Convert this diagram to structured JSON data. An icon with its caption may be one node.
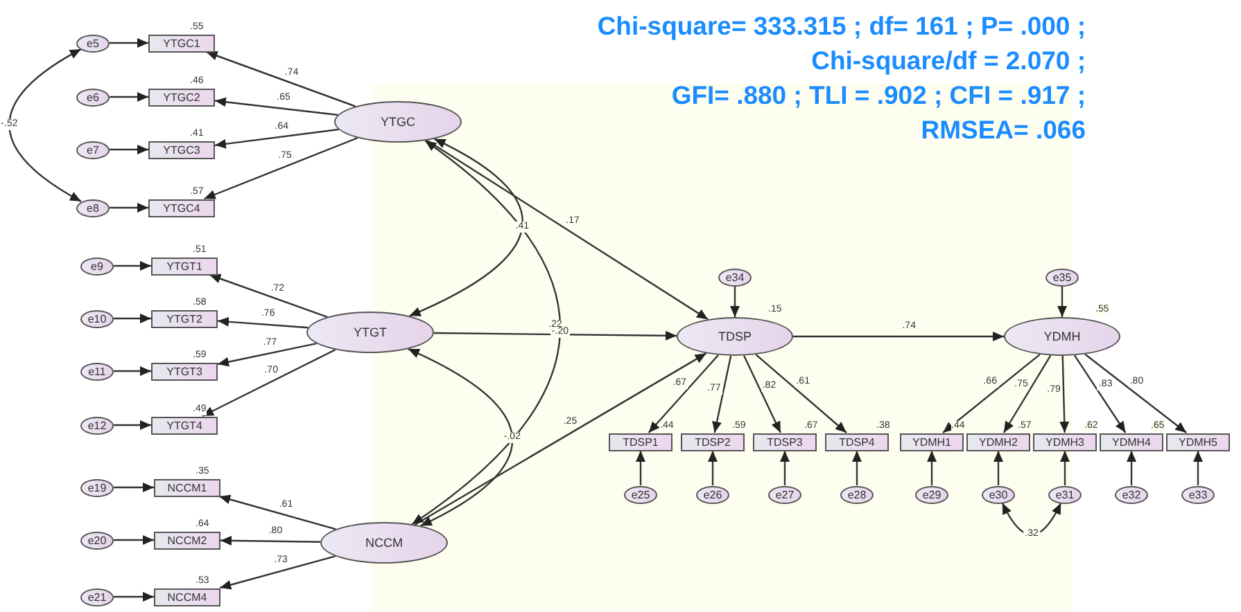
{
  "diagram": {
    "nodes": [
      {
        "text": [
          "e5"
        ]
      },
      {
        "text": [
          "e6"
        ]
      },
      {
        "text": [
          "e7"
        ]
      },
      {
        "text": [
          "e8"
        ]
      },
      {
        "text": [
          "YTGC1"
        ],
        "beside": [
          ".55"
        ]
      },
      {
        "text": [
          "YTGC2"
        ],
        "beside": [
          ".46"
        ]
      },
      {
        "text": [
          "YTGC3"
        ],
        "beside": [
          ".41"
        ]
      },
      {
        "text": [
          "YTGC4"
        ],
        "beside": [
          ".57"
        ]
      },
      {
        "text": [
          "YTGC"
        ]
      },
      {
        "text": [
          "e9"
        ]
      },
      {
        "text": [
          "e10"
        ]
      },
      {
        "text": [
          "e11"
        ]
      },
      {
        "text": [
          "e12"
        ]
      },
      {
        "text": [
          "YTGT1"
        ],
        "beside": [
          ".51"
        ]
      },
      {
        "text": [
          "YTGT2"
        ],
        "beside": [
          ".58"
        ]
      },
      {
        "text": [
          "YTGT3"
        ],
        "beside": [
          ".59"
        ]
      },
      {
        "text": [
          "YTGT4"
        ],
        "beside": [
          ".49"
        ]
      },
      {
        "text": [
          "YTGT"
        ]
      },
      {
        "text": [
          "e19"
        ]
      },
      {
        "text": [
          "e20"
        ]
      },
      {
        "text": [
          "e21"
        ]
      },
      {
        "text": [
          "NCCM1"
        ],
        "beside": [
          ".35"
        ]
      },
      {
        "text": [
          "NCCM2"
        ],
        "beside": [
          ".64"
        ]
      },
      {
        "text": [
          "NCCM4"
        ],
        "beside": [
          ".53"
        ]
      },
      {
        "text": [
          "NCCM"
        ]
      },
      {
        "text": [
          "e34"
        ]
      },
      {
        "text": [
          "TDSP"
        ],
        "beside": [
          ".15"
        ]
      },
      {
        "text": [
          "TDSP1"
        ],
        "beside": [
          ".44"
        ]
      },
      {
        "text": [
          "TDSP2"
        ],
        "beside": [
          ".59"
        ]
      },
      {
        "text": [
          "TDSP3"
        ],
        "beside": [
          ".67"
        ]
      },
      {
        "text": [
          "TDSP4"
        ],
        "beside": [
          ".38"
        ]
      },
      {
        "text": [
          "e25"
        ]
      },
      {
        "text": [
          "e26"
        ]
      },
      {
        "text": [
          "e27"
        ]
      },
      {
        "text": [
          "e28"
        ]
      },
      {
        "text": [
          "e35"
        ]
      },
      {
        "text": [
          "YDMH"
        ],
        "beside": [
          ".55"
        ]
      },
      {
        "text": [
          "YDMH1"
        ],
        "beside": [
          ".44"
        ]
      },
      {
        "text": [
          "YDMH2"
        ],
        "beside": [
          ".57"
        ]
      },
      {
        "text": [
          "YDMH3"
        ],
        "beside": [
          ".62"
        ]
      },
      {
        "text": [
          "YDMH4"
        ],
        "beside": [
          ".65"
        ]
      },
      {
        "text": [
          "YDMH5"
        ]
      },
      {
        "text": [
          "e29"
        ]
      },
      {
        "text": [
          "e30"
        ]
      },
      {
        "text": [
          "e31"
        ]
      },
      {
        "text": [
          "e32"
        ]
      },
      {
        "text": [
          "e33"
        ]
      }
    ],
    "edges": [
      {
        "from": 0,
        "to": 4,
        "arrow": "to"
      },
      {
        "from": 1,
        "to": 5,
        "arrow": "to"
      },
      {
        "from": 2,
        "to": 6,
        "arrow": "to"
      },
      {
        "from": 3,
        "to": 7,
        "arrow": "to"
      },
      {
        "from": 9,
        "to": 13,
        "arrow": "to"
      },
      {
        "from": 10,
        "to": 14,
        "arrow": "to"
      },
      {
        "from": 11,
        "to": 15,
        "arrow": "to"
      },
      {
        "from": 12,
        "to": 16,
        "arrow": "to"
      },
      {
        "from": 18,
        "to": 21,
        "arrow": "to"
      },
      {
        "from": 19,
        "to": 22,
        "arrow": "to"
      },
      {
        "from": 20,
        "to": 23,
        "arrow": "to"
      },
      {
        "from": 25,
        "to": 26,
        "arrow": "to"
      },
      {
        "from": 31,
        "to": 27,
        "arrow": "to"
      },
      {
        "from": 32,
        "to": 28,
        "arrow": "to"
      },
      {
        "from": 33,
        "to": 29,
        "arrow": "to"
      },
      {
        "from": 34,
        "to": 30,
        "arrow": "to"
      },
      {
        "from": 35,
        "to": 36,
        "arrow": "to"
      },
      {
        "from": 42,
        "to": 37,
        "arrow": "to"
      },
      {
        "from": 43,
        "to": 38,
        "arrow": "to"
      },
      {
        "from": 44,
        "to": 39,
        "arrow": "to"
      },
      {
        "from": 45,
        "to": 40,
        "arrow": "to"
      },
      {
        "from": 46,
        "to": 41,
        "arrow": "to"
      },
      {
        "from": 8,
        "to": 4,
        "arrow": "to",
        "label": ".74"
      },
      {
        "from": 8,
        "to": 5,
        "arrow": "to",
        "label": ".65"
      },
      {
        "from": 8,
        "to": 6,
        "arrow": "to",
        "label": ".64"
      },
      {
        "from": 8,
        "to": 7,
        "arrow": "to",
        "label": ".75"
      },
      {
        "from": 17,
        "to": 13,
        "arrow": "to",
        "label": ".72"
      },
      {
        "from": 17,
        "to": 14,
        "arrow": "to",
        "label": ".76"
      },
      {
        "from": 17,
        "to": 15,
        "arrow": "to",
        "label": ".77"
      },
      {
        "from": 17,
        "to": 16,
        "arrow": "to",
        "label": ".70"
      },
      {
        "from": 24,
        "to": 21,
        "arrow": "to",
        "label": ".61"
      },
      {
        "from": 24,
        "to": 22,
        "arrow": "to",
        "label": ".80"
      },
      {
        "from": 24,
        "to": 23,
        "arrow": "to",
        "label": ".73"
      },
      {
        "from": 26,
        "to": 27,
        "arrow": "to",
        "label": ".67"
      },
      {
        "from": 26,
        "to": 28,
        "arrow": "to",
        "label": ".77"
      },
      {
        "from": 26,
        "to": 29,
        "arrow": "to",
        "label": ".82"
      },
      {
        "from": 26,
        "to": 30,
        "arrow": "to",
        "label": ".61"
      },
      {
        "from": 36,
        "to": 37,
        "arrow": "to",
        "label": ".66"
      },
      {
        "from": 36,
        "to": 38,
        "arrow": "to",
        "label": ".75"
      },
      {
        "from": 36,
        "to": 39,
        "arrow": "to",
        "label": ".79"
      },
      {
        "from": 36,
        "to": 40,
        "arrow": "to",
        "label": ".83"
      },
      {
        "from": 36,
        "to": 41,
        "arrow": "to",
        "label": ".80"
      },
      {
        "from": 8,
        "to": 26,
        "arrow": "to",
        "label": ".17"
      },
      {
        "from": 17,
        "to": 26,
        "arrow": "to",
        "label": ".22"
      },
      {
        "from": 24,
        "to": 26,
        "arrow": "to",
        "label": ".25"
      },
      {
        "from": 26,
        "to": 36,
        "arrow": "to",
        "label": ".74"
      },
      {
        "from": 0,
        "to": 3,
        "arrow": "both",
        "label": "-.52"
      },
      {
        "from": 8,
        "to": 17,
        "arrow": "both",
        "label": ".41"
      },
      {
        "from": 17,
        "to": 24,
        "arrow": "both",
        "label": "-.02"
      },
      {
        "from": 8,
        "to": 24,
        "arrow": "both",
        "label": "-.20"
      },
      {
        "from": 43,
        "to": 44,
        "arrow": "both",
        "label": ".32"
      }
    ],
    "labels": [
      "Chi-square= 333.315 ; df= 161 ; P= .000 ;",
      "Chi-square/df = 2.070 ;",
      "GFI= .880 ; TLI = .902 ; CFI = .917 ;",
      "RMSEA= .066"
    ]
  }
}
